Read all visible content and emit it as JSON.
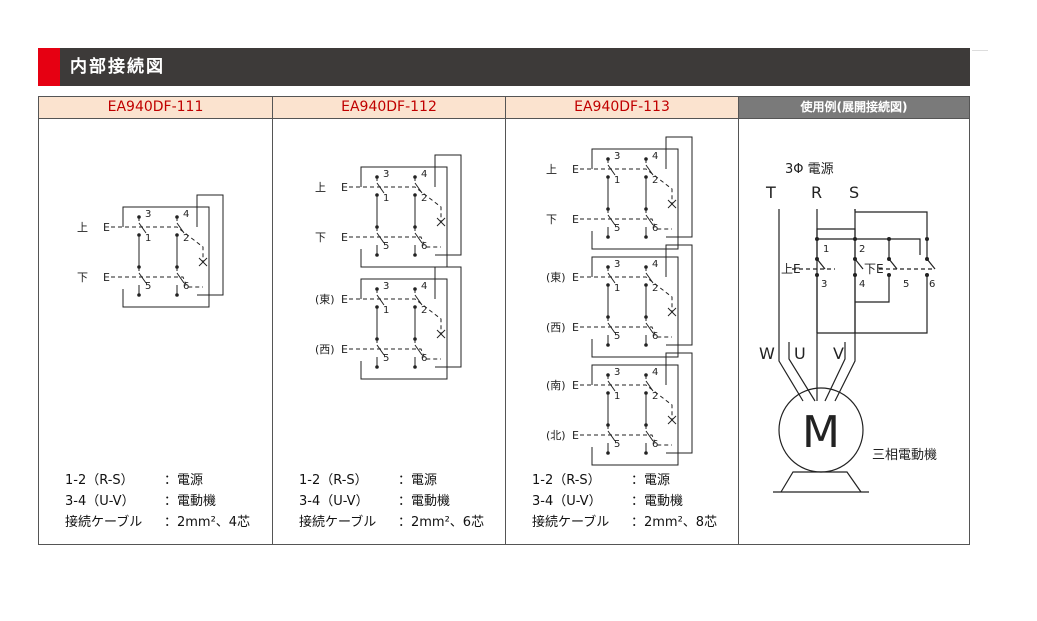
{
  "header": {
    "title": "内部接続図"
  },
  "columns": [
    {
      "model": "EA940DF-111",
      "switch": {
        "labels": [
          "上",
          "下"
        ],
        "e": "E",
        "nums": [
          "3",
          "4",
          "1",
          "2",
          "5",
          "6"
        ]
      },
      "legend": [
        {
          "k": "1-2（R-S）",
          "v": "：電源"
        },
        {
          "k": "3-4（U-V）",
          "v": "：電動機"
        },
        {
          "k": "接続ケーブル",
          "v": "：2mm²、4芯"
        }
      ]
    },
    {
      "model": "EA940DF-112",
      "switch": {
        "labels": [
          "上",
          "下",
          "(東)",
          "(西)"
        ],
        "e": "E",
        "nums": [
          "3",
          "4",
          "1",
          "2",
          "5",
          "6"
        ]
      },
      "legend": [
        {
          "k": "1-2（R-S）",
          "v": "：電源"
        },
        {
          "k": "3-4（U-V）",
          "v": "：電動機"
        },
        {
          "k": "接続ケーブル",
          "v": "：2mm²、6芯"
        }
      ]
    },
    {
      "model": "EA940DF-113",
      "switch": {
        "labels": [
          "上",
          "下",
          "(東)",
          "(西)",
          "(南)",
          "(北)"
        ],
        "e": "E",
        "nums": [
          "3",
          "4",
          "1",
          "2",
          "5",
          "6"
        ]
      },
      "legend": [
        {
          "k": "1-2（R-S）",
          "v": "：電源"
        },
        {
          "k": "3-4（U-V）",
          "v": "：電動機"
        },
        {
          "k": "接続ケーブル",
          "v": "：2mm²、8芯"
        }
      ]
    },
    {
      "model": "使用例(展開接続図)",
      "example": {
        "power": "3Φ 電源",
        "phases": [
          "T",
          "R",
          "S"
        ],
        "motor_leads": [
          "W",
          "U",
          "V"
        ],
        "up": "上E",
        "down": "下E",
        "top_nums": [
          "1",
          "2"
        ],
        "bottom_nums": [
          "3",
          "4",
          "5",
          "6"
        ],
        "motor_symbol": "M",
        "motor_label": "三相電動機"
      }
    }
  ]
}
